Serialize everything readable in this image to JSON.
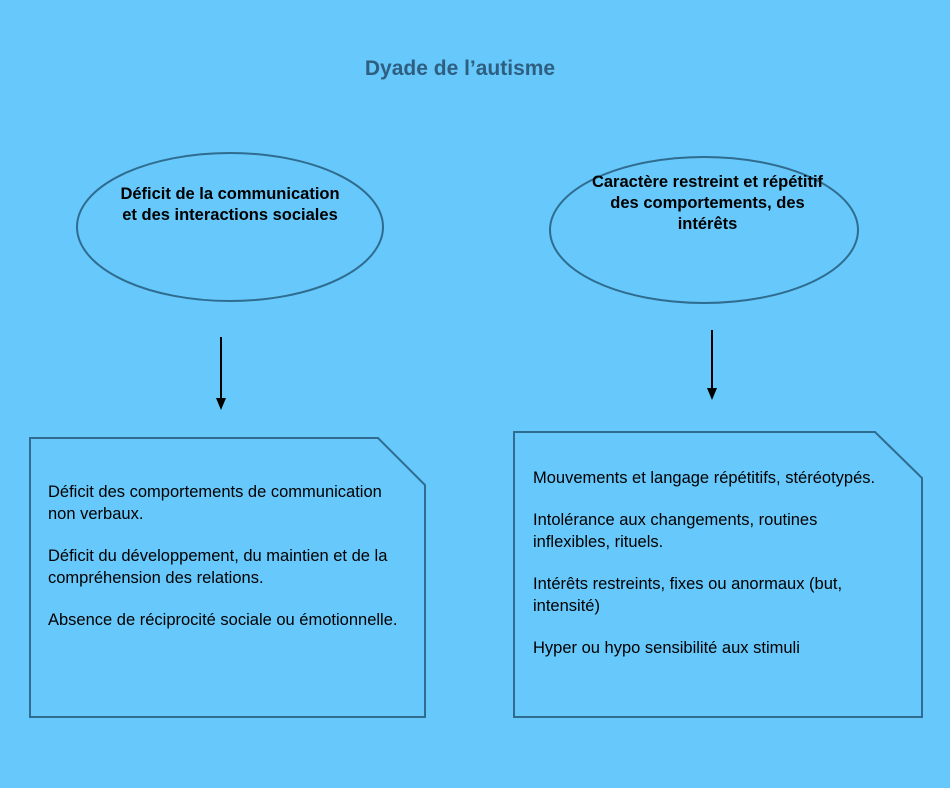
{
  "title": "Dyade de l’autisme",
  "left": {
    "heading": "Déficit de la communication et des interactions sociales",
    "items": [
      "Déficit des comportements de communication non verbaux.",
      "Déficit du développement, du maintien et de la compréhension des relations.",
      "Absence de réciprocité sociale ou émotionnelle."
    ]
  },
  "right": {
    "heading": "Caractère restreint et répétitif des comportements, des intérêts",
    "items": [
      "Mouvements et langage répétitifs, stéréotypés.",
      "Intolérance aux changements, routines inflexibles, rituels.",
      "Intérêts restreints, fixes ou anormaux (but, intensité)",
      "Hyper ou hypo sensibilité aux stimuli"
    ]
  },
  "colors": {
    "background": "#66c8fb",
    "shape_stroke": "#2f6c8f",
    "title": "#2f5f80"
  }
}
